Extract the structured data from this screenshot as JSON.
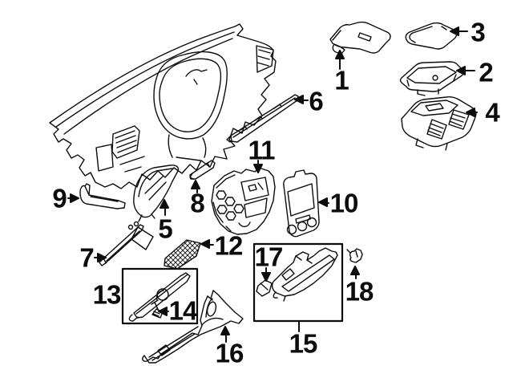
{
  "diagram": {
    "background_color": "#ffffff",
    "line_color": "#0c0c0c",
    "callouts": [
      {
        "label": "1"
      },
      {
        "label": "2"
      },
      {
        "label": "3"
      },
      {
        "label": "4"
      },
      {
        "label": "5"
      },
      {
        "label": "6"
      },
      {
        "label": "7"
      },
      {
        "label": "8"
      },
      {
        "label": "9"
      },
      {
        "label": "10"
      },
      {
        "label": "11"
      },
      {
        "label": "12"
      },
      {
        "label": "13"
      },
      {
        "label": "14"
      },
      {
        "label": "15"
      },
      {
        "label": "16"
      },
      {
        "label": "17"
      },
      {
        "label": "18"
      }
    ]
  }
}
